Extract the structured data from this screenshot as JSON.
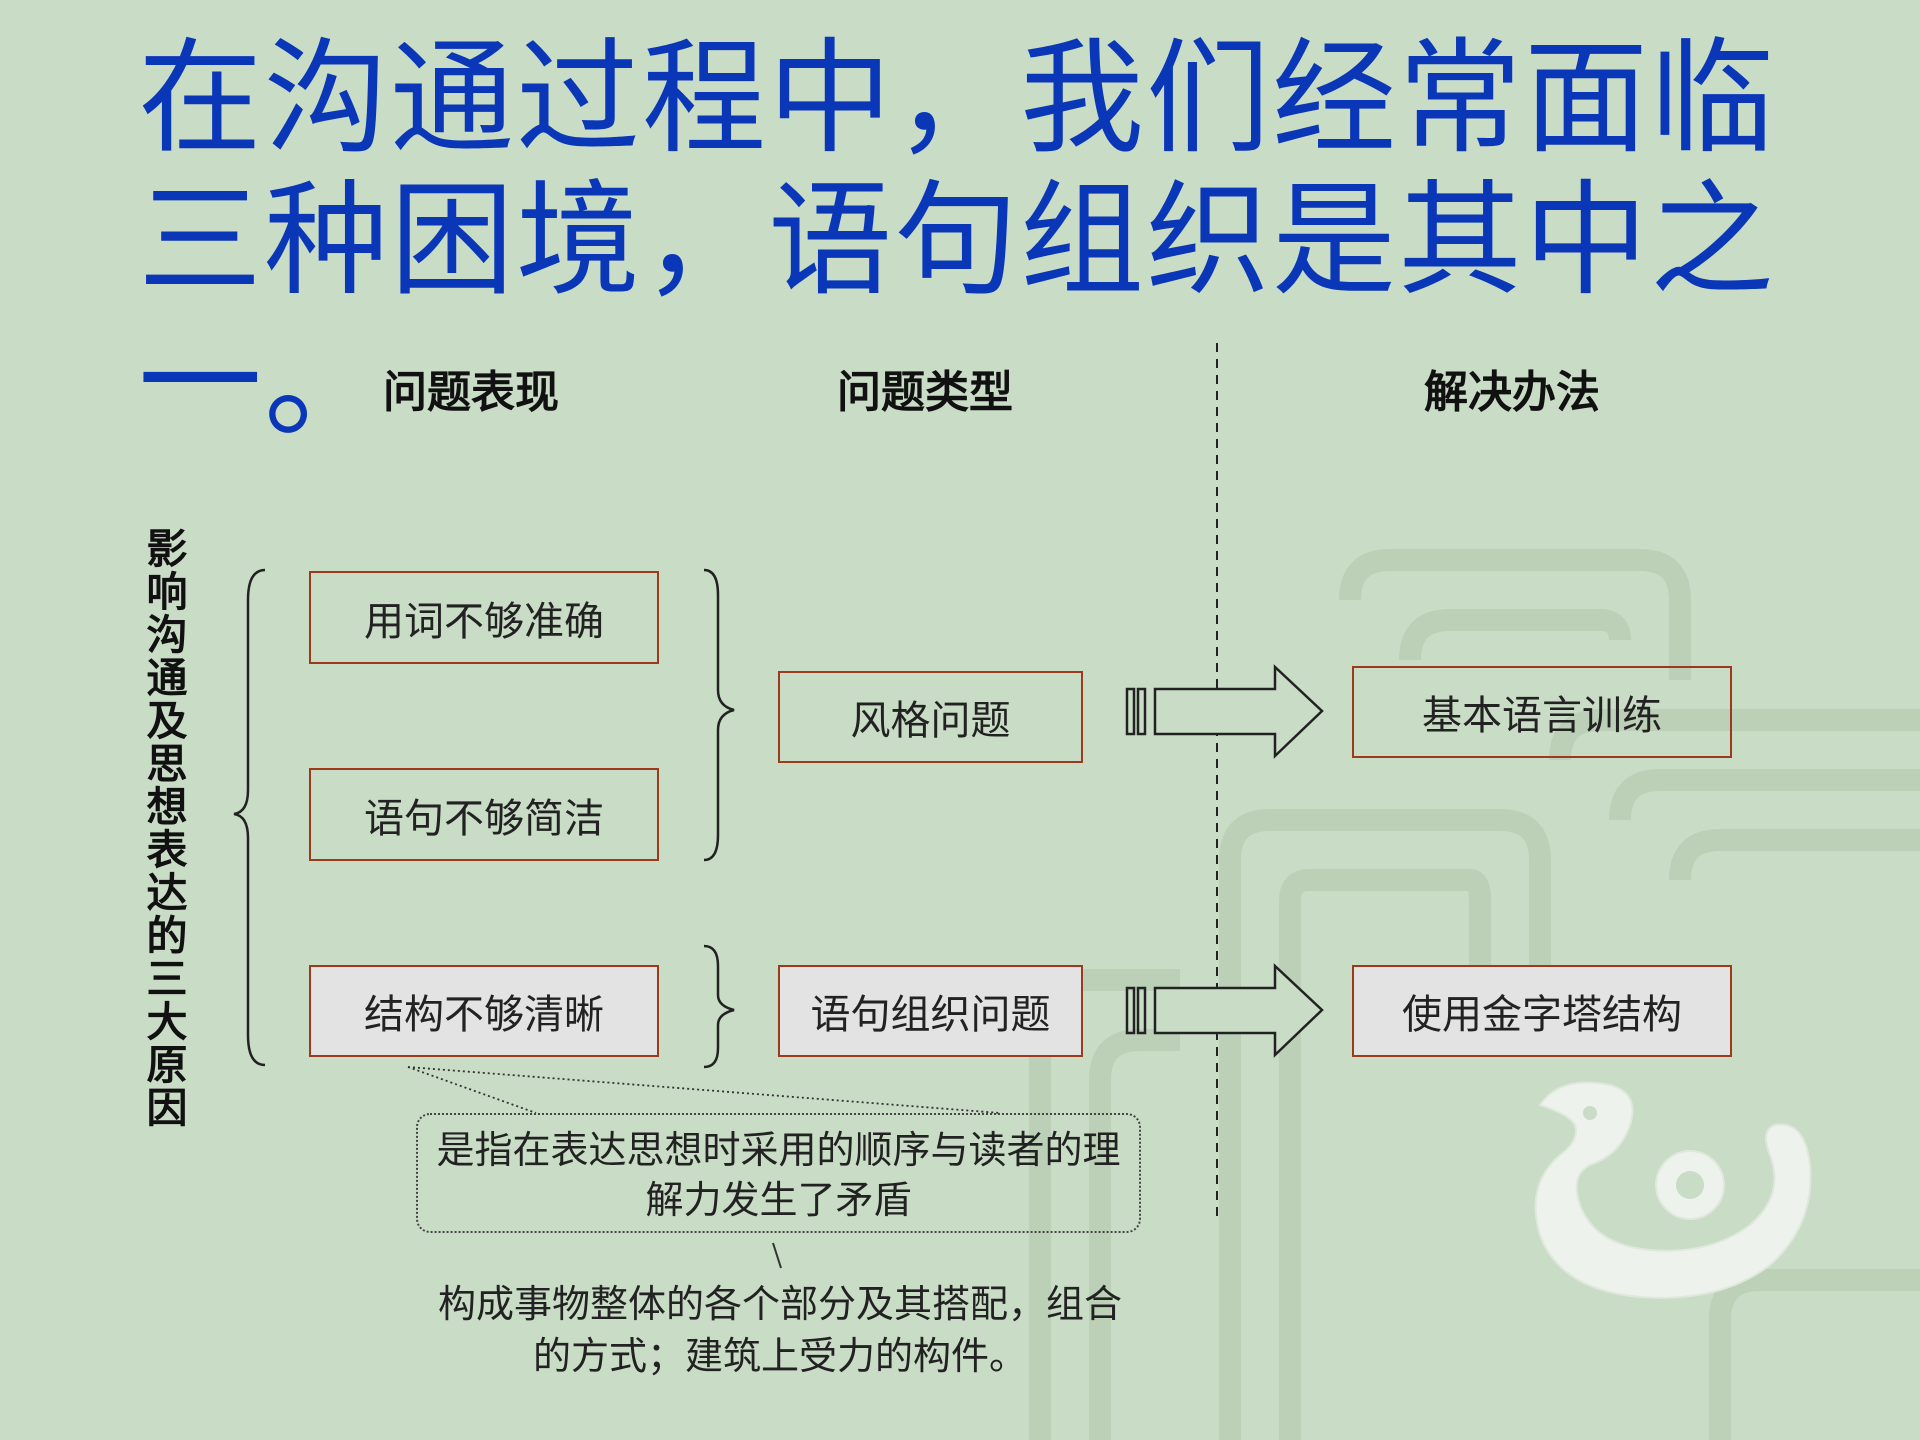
{
  "title": "在沟通过程中，我们经常面临三种困境，语句组织是其中之一。",
  "headers": {
    "symptoms": "问题表现",
    "types": "问题类型",
    "solutions": "解决办法"
  },
  "side_label": "影响沟通及思想表达的三大原因",
  "symptoms": [
    "用词不够准确",
    "语句不够简洁",
    "结构不够清晰"
  ],
  "types": [
    "风格问题",
    "语句组织问题"
  ],
  "solutions": [
    "基本语言训练",
    "使用金字塔结构"
  ],
  "note": "是指在表达思想时采用的顺序与读者的理解力发生了矛盾",
  "definition": "构成事物整体的各个部分及其搭配，组合的方式；建筑上受力的构件。",
  "colors": {
    "title": "#0a36b8",
    "box_border": "#9b3a1c",
    "box_fill": "#e3e3e3",
    "background": "#c9dcc6"
  }
}
